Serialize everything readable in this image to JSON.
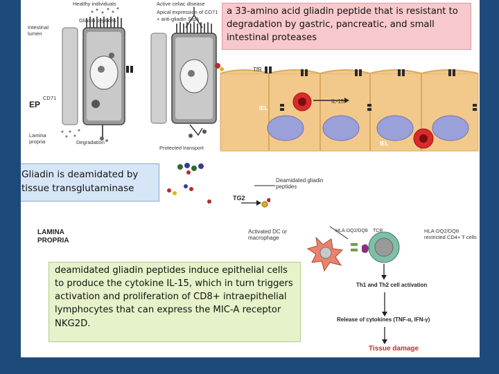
{
  "healthy": {
    "title": "Healthy individuals",
    "gliadin": "Gliadin peptides",
    "lumen": "Intestinal lumen",
    "cd71": "CD71",
    "lamina": "Lamina propria",
    "degradation": "Degradation",
    "ep": "EP"
  },
  "celiac": {
    "title": "Active celiac disease",
    "apical": "Apical expression of CD71",
    "anti": "+ anti-gliadin SIgA",
    "protected": "Protected transport"
  },
  "tissue": {
    "tfr": "TfR",
    "il15": "IL-15",
    "iel1": "IEL",
    "iel2": "IEL"
  },
  "lamina": {
    "tg2": "TG2",
    "deamidated": "Deamidated gliadin peptides",
    "lamina_propria": "LAMINA PROPRIA",
    "dc": "Activated DC or macrophage",
    "hla": "HLA-DQ2/DQ8",
    "tcr": "TCR",
    "hla_restricted": "HLA-DQ2/DQ8 restricted CD4+ T cells",
    "th": "Th1 and Th2 cell activation",
    "release": "Release of cytokines (TNF-α, IFN-γ)",
    "damage": "Tissue damage"
  },
  "callouts": {
    "top": "a 33-amino acid gliadin peptide that is resistant to degradation by gastric, pancreatic, and small intestinal proteases",
    "left": "Gliadin is deamidated by tissue transglutaminase",
    "bottom": " deamidated gliadin peptides induce epithelial cells to produce the cytokine IL-15, which in turn triggers activation and proliferation of CD8+ intraepithelial lymphocytes that can express the MIC-A receptor NKG2D."
  },
  "colors": {
    "background": "#1e4a7a",
    "cell_tissue": "#f2c98a",
    "nucleus": "#9aa0d8",
    "iel": "#d92b2b",
    "damage": "#c0302b"
  }
}
